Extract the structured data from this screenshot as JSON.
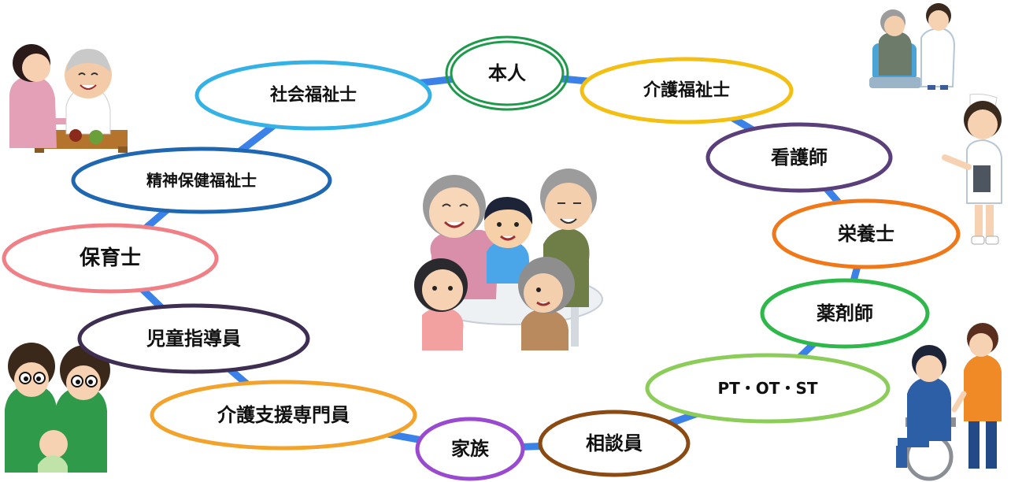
{
  "diagram": {
    "center": {
      "picture": "family-group-conversation"
    },
    "ring_color": "#3b82e8",
    "nodes": [
      {
        "id": "honnin",
        "label": "本人",
        "color": "#1e9a4a",
        "double_border": true
      },
      {
        "id": "kaigo-fukushishi",
        "label": "介護福祉士",
        "color": "#f2bf12"
      },
      {
        "id": "kangoshi",
        "label": "看護師",
        "color": "#5b3f7a"
      },
      {
        "id": "eiyoushi",
        "label": "栄養士",
        "color": "#f07818"
      },
      {
        "id": "yakuzaishi",
        "label": "薬剤師",
        "color": "#2fb84a"
      },
      {
        "id": "pt-ot-st",
        "label": "PT・OT・ST",
        "color": "#8ccc58"
      },
      {
        "id": "soudanin",
        "label": "相談員",
        "color": "#8a4a12"
      },
      {
        "id": "kazoku",
        "label": "家族",
        "color": "#9a4ad0"
      },
      {
        "id": "kaigo-shien",
        "label": "介護支援専門員",
        "color": "#f3a32c"
      },
      {
        "id": "jidou-shidouin",
        "label": "児童指導員",
        "color": "#3e2e52"
      },
      {
        "id": "hoikushi",
        "label": "保育士",
        "color": "#f07f86"
      },
      {
        "id": "seishin-hoken",
        "label": "精神保健福祉士",
        "color": "#1f67b0"
      },
      {
        "id": "shakai-fukushishi",
        "label": "社会福祉士",
        "color": "#34b2e6"
      }
    ],
    "illustrations": [
      "elderly-being-fed-illustration",
      "doctor-consultation-illustration",
      "nurse-illustration",
      "family-with-baby-illustration",
      "wheelchair-caregiver-illustration"
    ]
  }
}
